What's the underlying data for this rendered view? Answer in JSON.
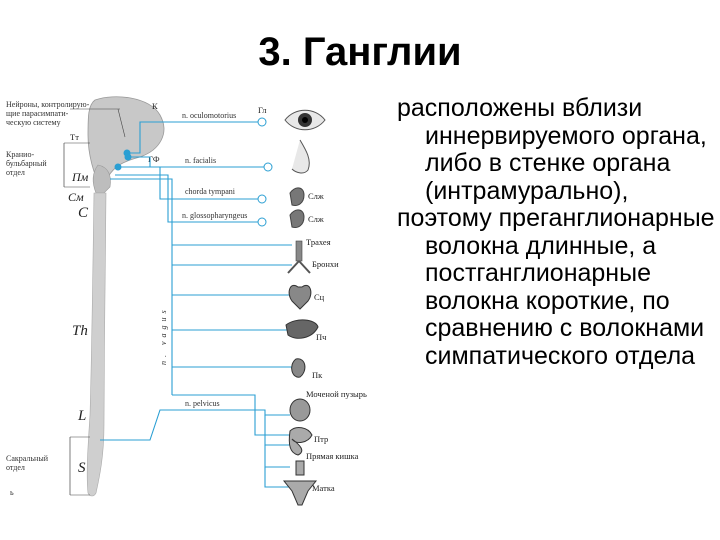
{
  "slide": {
    "title": "3. Ганглии",
    "paragraphs": [
      "расположены вблизи иннервируемого органа, либо в стенке органа (интрамурально),",
      "поэтому преганглионарные волокна длинные, а постганглионарные волокна короткие, по сравнению с волокнами симпатического отдела"
    ]
  },
  "diagram": {
    "left_labels": {
      "neurons": [
        "Нейроны, контролирую-",
        "щие парасимпати-",
        "ческую систему"
      ],
      "cranio": [
        "Кранио-",
        "бульбарный",
        "отдел"
      ],
      "sacral": [
        "Сакральный",
        "отдел"
      ]
    },
    "brain_marks": {
      "k": "К",
      "gf": "ГФ",
      "tt": "Тт",
      "pm": "Пм",
      "sm": "См"
    },
    "segments": {
      "c": "C",
      "th": "Th",
      "l": "L",
      "s": "S"
    },
    "nerves": {
      "oculomotor": "n. oculomotorius",
      "facialis": "n. facialis",
      "chorda": "chorda tympani",
      "glosso": "n. glossopharyngeus",
      "vagus": "n. vagus",
      "pelvicus": "n. pelvicus"
    },
    "organs": {
      "gl": "Гл",
      "slzh1": "Слж",
      "slzh2": "Слж",
      "trachea": "Трахея",
      "bronchi": "Бронхи",
      "heart": "Сц",
      "liver": "Пч",
      "kidney": "Пк",
      "bladder": "Моченой пузырь",
      "colon": "Птр",
      "rectum": "Прямая кишка",
      "uterus": "Матка"
    },
    "small_mark": "ь",
    "colors": {
      "nerve": "#2b9fd3",
      "brain": "#c8c8c8",
      "organ": "#555555"
    }
  }
}
